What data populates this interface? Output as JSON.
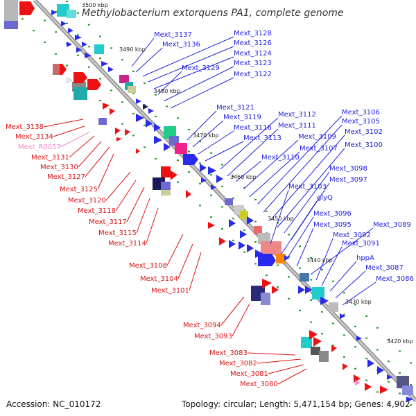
{
  "title": "Methylobacterium extorquens PA1, complete genome",
  "footer": {
    "accession": "Accession: NC_010172",
    "summary": "Topology: circular; Length: 5,471,154 bp; Genes: 4,902"
  },
  "colors": {
    "forward_label": "#2020dd",
    "reverse_label": "#dd1111",
    "rna_label": "#ee88cc",
    "backbone": "#888888",
    "guide_dots": "#229922"
  },
  "ticks": [
    "3500 kbp",
    "3490 kbp",
    "3480 kbp",
    "3470 kbp",
    "3460 kbp",
    "3450 kbp",
    "3440 kbp",
    "3430 kbp",
    "3420 kbp"
  ],
  "forward_genes": [
    "Mext_3137",
    "Mext_3136",
    "Mext_3128",
    "Mext_3126",
    "Mext_3124",
    "Mext_3129",
    "Mext_3123",
    "Mext_3122",
    "Mext_3121",
    "Mext_3119",
    "Mext_3116",
    "Mext_3113",
    "Mext_3112",
    "Mext_3111",
    "Mext_3110",
    "Mext_3109",
    "Mext_3107",
    "Mext_3106",
    "Mext_3105",
    "Mext_3102",
    "Mext_3100",
    "Mext_3098",
    "Mext_3097",
    "Mext_3103",
    "glyQ",
    "Mext_3096",
    "Mext_3095",
    "Mext_3089",
    "Mext_3092",
    "Mext_3091",
    "hppA",
    "Mext_3087",
    "Mext_3086"
  ],
  "reverse_genes": [
    "Mext_3138",
    "Mext_3134",
    "Mext_R0057",
    "Mext_3131",
    "Mext_3130",
    "Mext_3127",
    "Mext_3125",
    "Mext_3120",
    "Mext_3118",
    "Mext_3117",
    "Mext_3115",
    "Mext_3114",
    "Mext_3108",
    "Mext_3104",
    "Mext_3101",
    "Mext_3094",
    "Mext_3093",
    "Mext_3083",
    "Mext_3082",
    "Mext_3081",
    "Mext_3080"
  ]
}
